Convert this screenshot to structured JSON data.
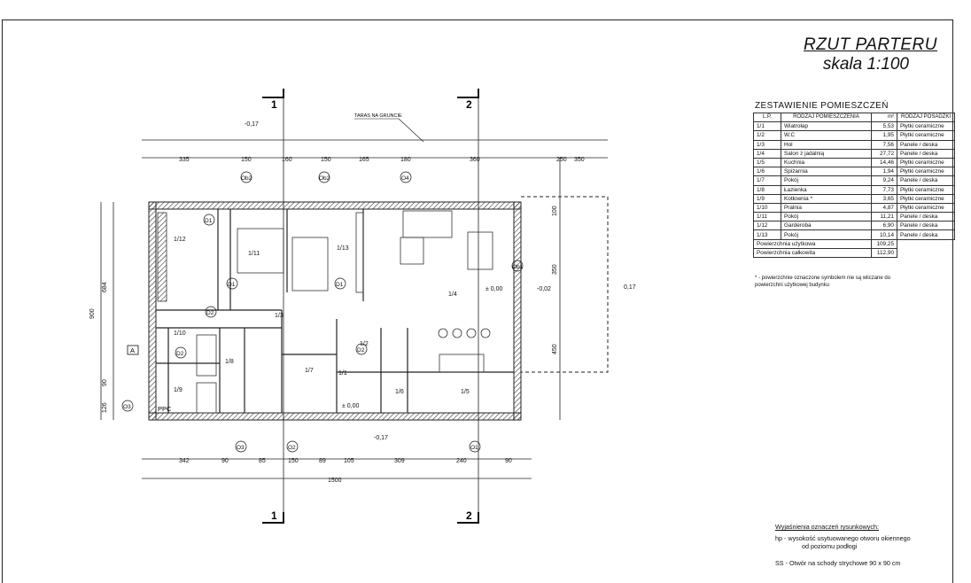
{
  "title": "RZUT PARTERU",
  "scale": "skala 1:100",
  "table": {
    "title": "ZESTAWIENIE POMIESZCZEŃ",
    "headers": [
      "L.P.",
      "RODZAJ POMIESZCZENIA",
      "m²",
      "RODZAJ POSADZKI"
    ],
    "rows": [
      [
        "1/1",
        "Wiatrołap",
        "5,53",
        "Płytki ceramiczne"
      ],
      [
        "1/2",
        "W.C",
        "1,95",
        "Płytki ceramiczne"
      ],
      [
        "1/3",
        "Hol",
        "7,56",
        "Panele / deska"
      ],
      [
        "1/4",
        "Salon z jadalnią",
        "27,72",
        "Panele / deska"
      ],
      [
        "1/5",
        "Kuchnia",
        "14,46",
        "Płytki ceramiczne"
      ],
      [
        "1/6",
        "Spiżarnia",
        "1,94",
        "Płytki ceramiczne"
      ],
      [
        "1/7",
        "Pokój",
        "9,24",
        "Panele / deska"
      ],
      [
        "1/8",
        "Łazienka",
        "7,73",
        "Płytki ceramiczne"
      ],
      [
        "1/9",
        "Kotłownia *",
        "3,65",
        "Płytki ceramiczne"
      ],
      [
        "1/10",
        "Pralnia",
        "4,87",
        "Płytki ceramiczne"
      ],
      [
        "1/11",
        "Pokój",
        "11,21",
        "Panele / deska"
      ],
      [
        "1/12",
        "Garderoba",
        "6,90",
        "Panele / deska"
      ],
      [
        "1/13",
        "Pokój",
        "10,14",
        "Panele / deska"
      ]
    ],
    "sum_usable_label": "Powierzchnia użytkowa",
    "sum_usable": "109,25",
    "sum_total_label": "Powierzchnia całkowita",
    "sum_total": "112,90",
    "note": "* - powierzchnie oznaczone symbolem nie są wliczane do powierzchni użytkowej budynku"
  },
  "legend": {
    "title": "Wyjaśnienia oznaczeń rysunkowych:",
    "hp_line1": "hp  - wysokość usytuowanego otworu okiennego",
    "hp_line2": "od poziomu podłogi",
    "ss_line": "SS - Otwór na schody strychowe 90 x 90 cm"
  },
  "plan": {
    "section_marks": [
      "1",
      "2"
    ],
    "terrace_label": "TARAS NA GRUNCIE",
    "levels": [
      "-0,17",
      "± 0,00",
      "-0,02",
      "0,17"
    ],
    "dims_top": [
      "335",
      "150",
      "160",
      "150",
      "165",
      "180",
      "360",
      "250",
      "350"
    ],
    "dims_bottom": [
      "342",
      "90",
      "85",
      "150",
      "89",
      "105",
      "309",
      "240",
      "90"
    ],
    "dims_total": "1500",
    "dims_left": [
      "684",
      "900",
      "90",
      "126"
    ],
    "dims_right": [
      "100",
      "350",
      "450"
    ],
    "room_labels": [
      "1/1",
      "1/2",
      "1/3",
      "1/4",
      "1/5",
      "1/6",
      "1/7",
      "1/8",
      "1/9",
      "1/10",
      "1/11",
      "1/12",
      "1/13"
    ],
    "markers": [
      "D1",
      "D2",
      "O1",
      "O2",
      "O3",
      "O4",
      "Ob1",
      "Ob2"
    ],
    "ppc": "PPC",
    "section_a": "A"
  }
}
